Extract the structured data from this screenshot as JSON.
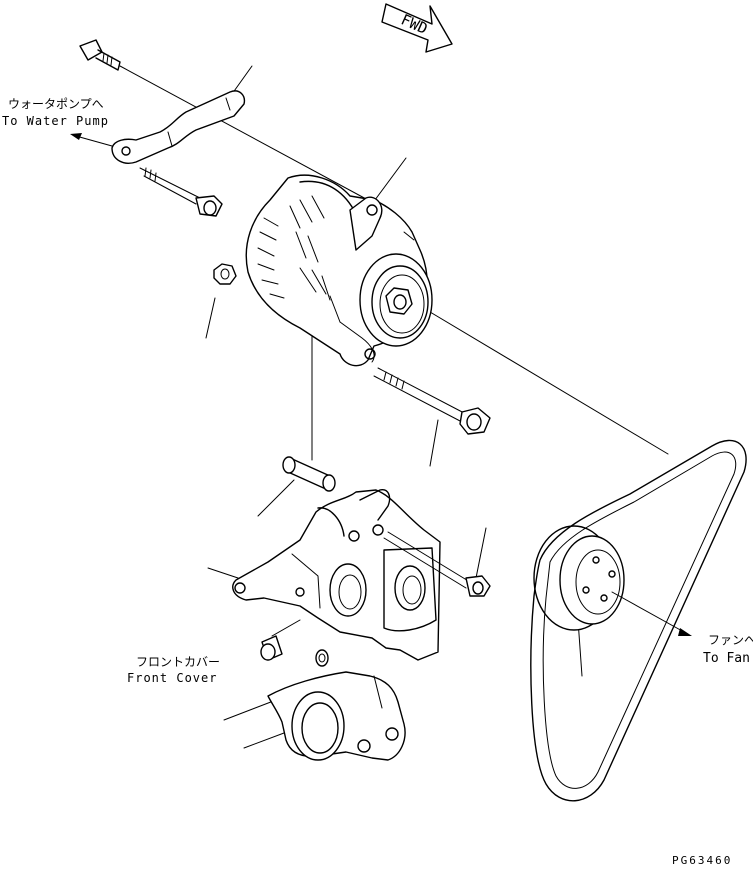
{
  "labels": {
    "fwd": "FWD",
    "water_pump_jp": "ウォータポンプへ",
    "water_pump_en": "To Water Pump",
    "fan_jp": "ファンへ",
    "fan_en": "To Fan",
    "front_cover_jp": "フロントカバー",
    "front_cover_en": "Front Cover",
    "drawing_code": "PG63460"
  }
}
